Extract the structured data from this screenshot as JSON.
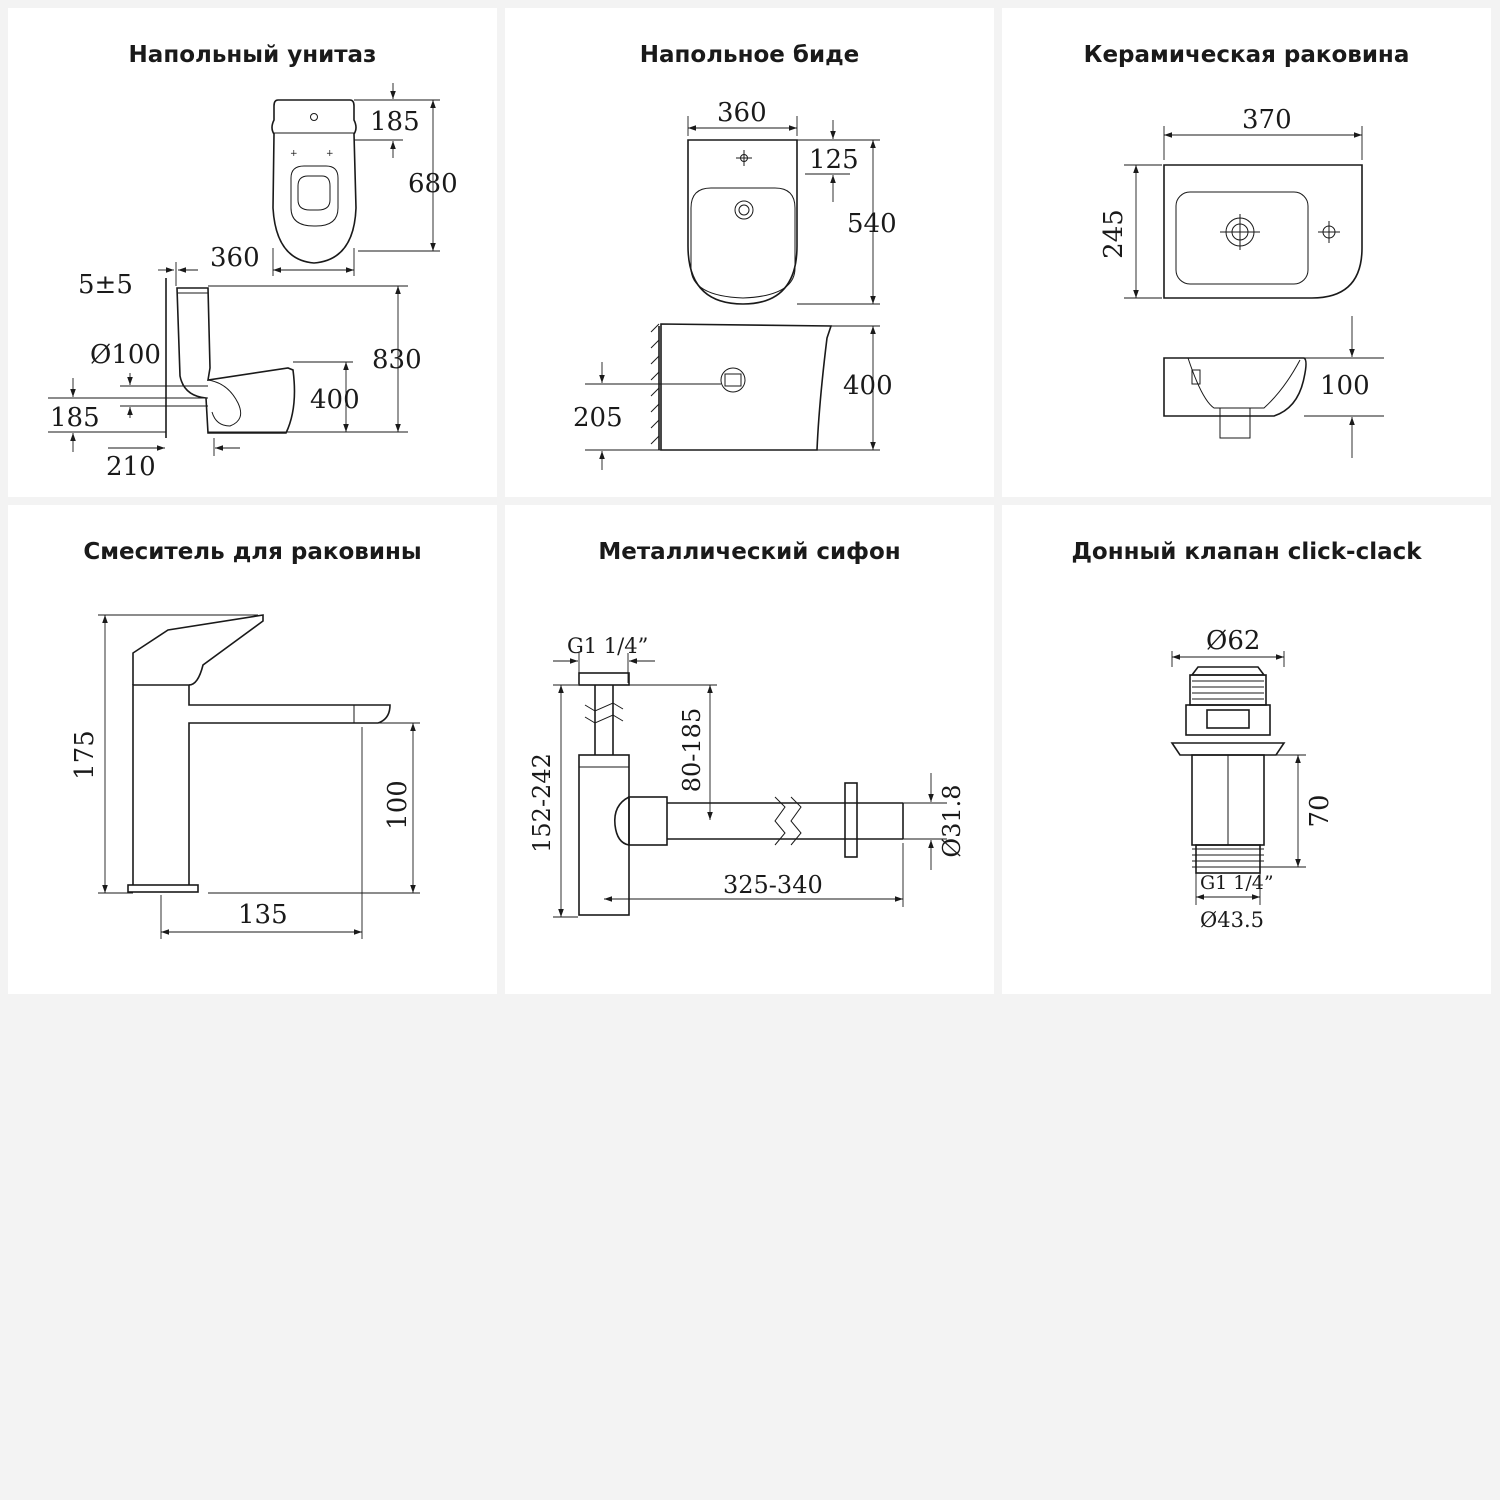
{
  "panels": [
    {
      "title": "Напольный унитаз",
      "dims": {
        "d1": "185",
        "d2": "680",
        "d3": "360",
        "d4": "5±5",
        "d5": "Ø100",
        "d6": "830",
        "d7": "400",
        "d8": "185",
        "d9": "210"
      }
    },
    {
      "title": "Напольное биде",
      "dims": {
        "d1": "360",
        "d2": "125",
        "d3": "540",
        "d4": "400",
        "d5": "205"
      }
    },
    {
      "title": "Керамическая раковина",
      "dims": {
        "d1": "370",
        "d2": "245",
        "d3": "100"
      }
    },
    {
      "title": "Смеситель для раковины",
      "dims": {
        "d1": "175",
        "d2": "100",
        "d3": "135"
      }
    },
    {
      "title": "Металлический сифон",
      "dims": {
        "d1": "G1 1/4”",
        "d2": "80-185",
        "d3": "152-242",
        "d4": "Ø31.8",
        "d5": "325-340"
      }
    },
    {
      "title": "Донный клапан click-clack",
      "dims": {
        "d1": "Ø62",
        "d2": "70",
        "d3": "G1 1/4”",
        "d4": "Ø43.5"
      }
    }
  ]
}
